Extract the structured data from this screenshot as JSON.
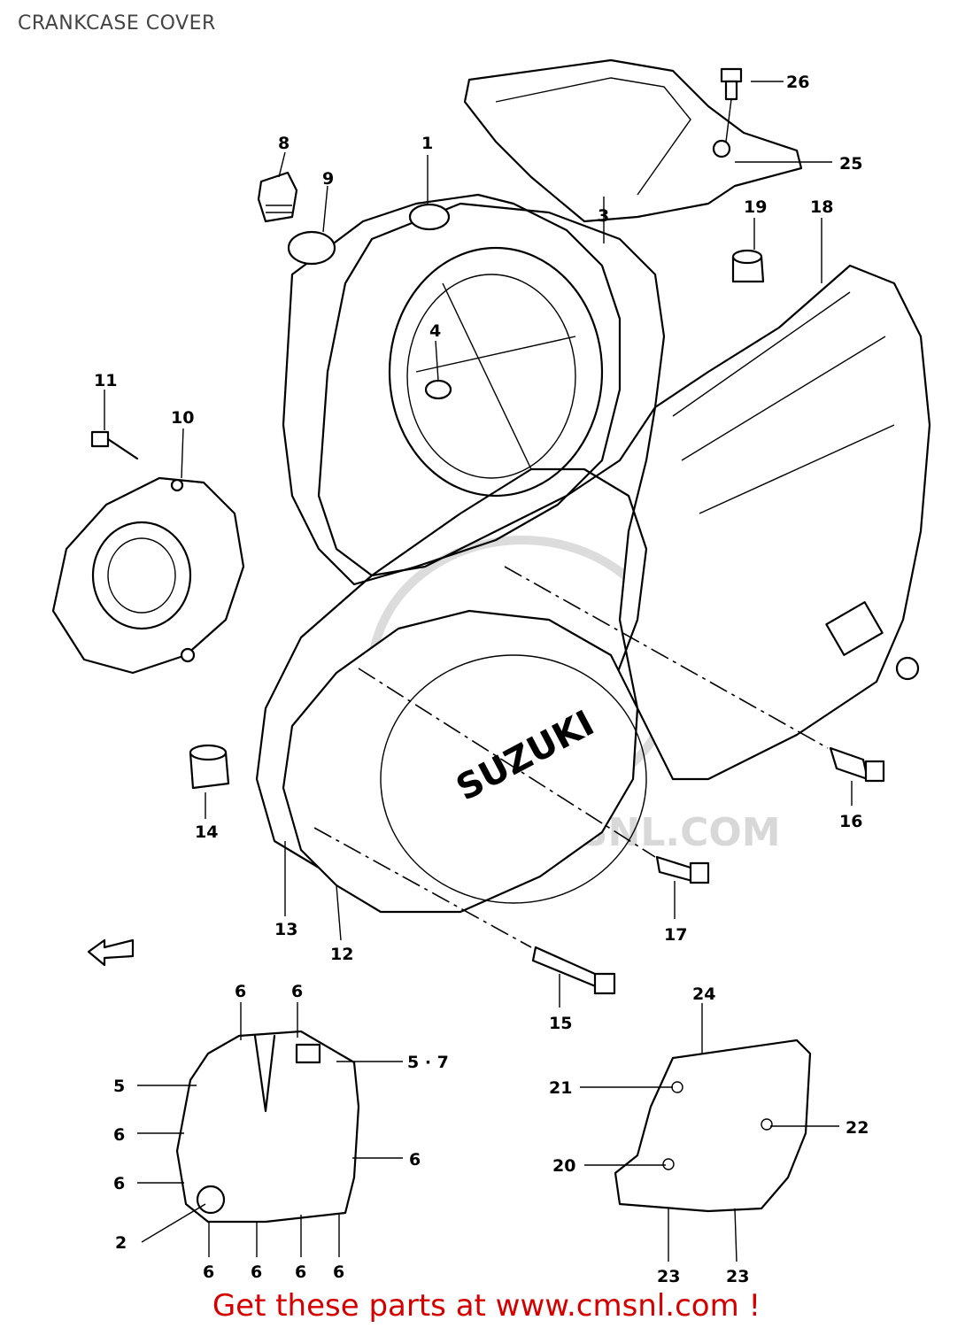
{
  "title": "CRANKCASE COVER",
  "footer": {
    "text": "Get these parts at www.cmsnl.com !",
    "color": "#d40000"
  },
  "watermark": {
    "text": "WWW.CMSNL.COM",
    "color": "#d8d8d8"
  },
  "cover_logo": "SUZUKI",
  "part_numbers": {
    "p1": "1",
    "p2": "2",
    "p3": "3",
    "p4": "4",
    "p5": "5",
    "p57": "5 · 7",
    "p6": "6",
    "p8": "8",
    "p9": "9",
    "p10": "10",
    "p11": "11",
    "p12": "12",
    "p13": "13",
    "p14": "14",
    "p15": "15",
    "p16": "16",
    "p17": "17",
    "p18": "18",
    "p19": "19",
    "p20": "20",
    "p21": "21",
    "p22": "22",
    "p23": "23",
    "p24": "24",
    "p25": "25",
    "p26": "26"
  }
}
